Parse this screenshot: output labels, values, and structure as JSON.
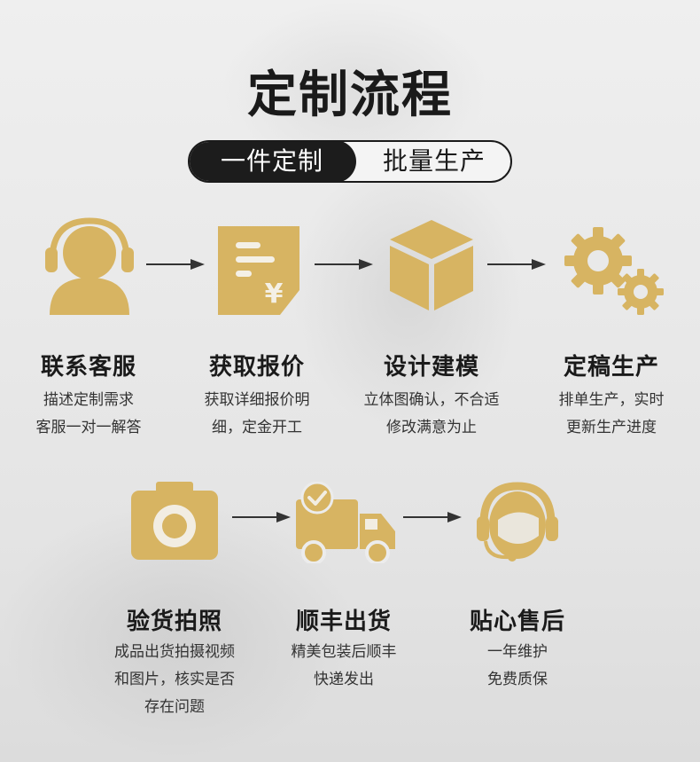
{
  "title": "定制流程",
  "toggle": {
    "active": "一件定制",
    "inactive": "批量生产"
  },
  "accent_color": "#d7b462",
  "steps": [
    {
      "icon": "headset-person-icon",
      "title": "联系客服",
      "desc": [
        "描述定制需求",
        "客服一对一解答"
      ]
    },
    {
      "icon": "yuan-invoice-icon",
      "title": "获取报价",
      "desc": [
        "获取详细报价明",
        "细，定金开工"
      ]
    },
    {
      "icon": "box-3d-icon",
      "title": "设计建模",
      "desc": [
        "立体图确认，不合适",
        "修改满意为止"
      ]
    },
    {
      "icon": "gears-icon",
      "title": "定稿生产",
      "desc": [
        "排单生产，实时",
        "更新生产进度"
      ]
    },
    {
      "icon": "camera-icon",
      "title": "验货拍照",
      "desc": [
        "成品出货拍摄视频",
        "和图片，核实是否",
        "存在问题"
      ]
    },
    {
      "icon": "delivery-truck-icon",
      "title": "顺丰出货",
      "desc": [
        "精美包装后顺丰",
        "快递发出"
      ]
    },
    {
      "icon": "customer-service-icon",
      "title": "贴心售后",
      "desc": [
        "一年维护",
        "免费质保"
      ]
    }
  ]
}
